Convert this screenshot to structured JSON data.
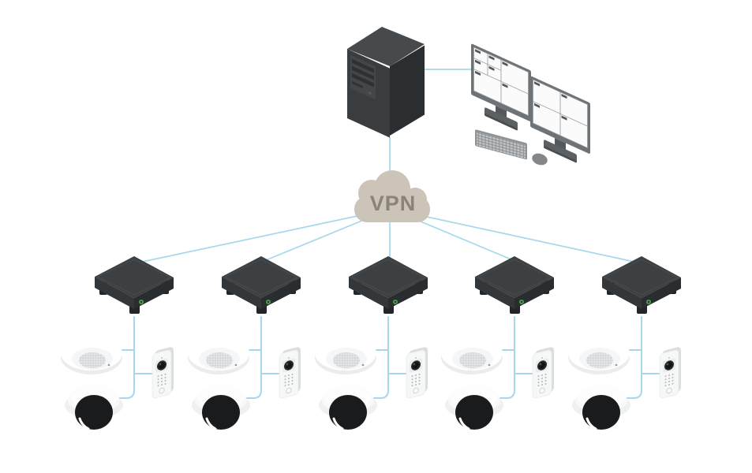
{
  "cloud": {
    "label": "VPN"
  },
  "colors": {
    "connection_line": "#a5d8ec",
    "cloud_fill": "#cdc4b9",
    "cloud_text": "#8a8377",
    "logo_green": "#45a049",
    "device_dark": "#3d4043",
    "device_white": "#ffffff"
  },
  "diagram": {
    "type": "network-topology",
    "description": "Surveillance system topology: a recording server with a dual-monitor viewing workstation connects through a VPN cloud to five remote sites; each site has a compact network recorder linked to a ceiling speaker, a door station intercom and a dome camera",
    "sites_count": 5,
    "top_nodes": [
      {
        "id": "server",
        "name": "recording-server"
      },
      {
        "id": "workstation",
        "name": "dual-monitor-workstation"
      },
      {
        "id": "vpn-cloud",
        "name": "VPN"
      }
    ],
    "site_devices": [
      {
        "id": "recorder",
        "name": "network-recorder",
        "count": 5
      },
      {
        "id": "speaker",
        "name": "ceiling-speaker",
        "count": 5
      },
      {
        "id": "door-station",
        "name": "door-station",
        "count": 5
      },
      {
        "id": "dome-camera",
        "name": "dome-camera",
        "count": 5
      }
    ]
  }
}
